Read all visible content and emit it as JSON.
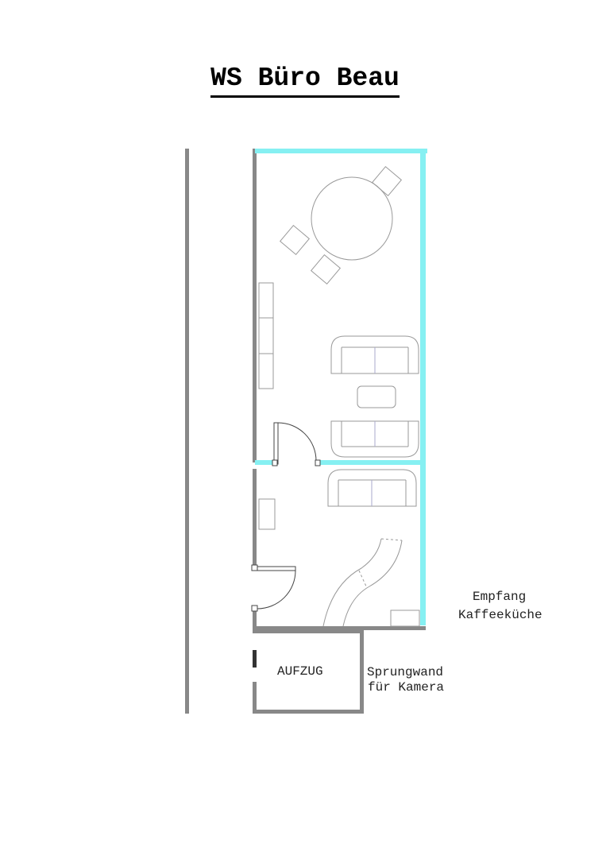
{
  "title": "WS Büro Beau",
  "labels": {
    "reception": "Empfang",
    "kitchen": "Kaffeeküche",
    "elevator": "AUFZUG",
    "wall_line1": "Sprungwand",
    "wall_line2": "für Kamera"
  },
  "colors": {
    "glass_wall": "#86f0f2",
    "solid_wall": "#888888",
    "furniture": "#9a9a9a"
  }
}
